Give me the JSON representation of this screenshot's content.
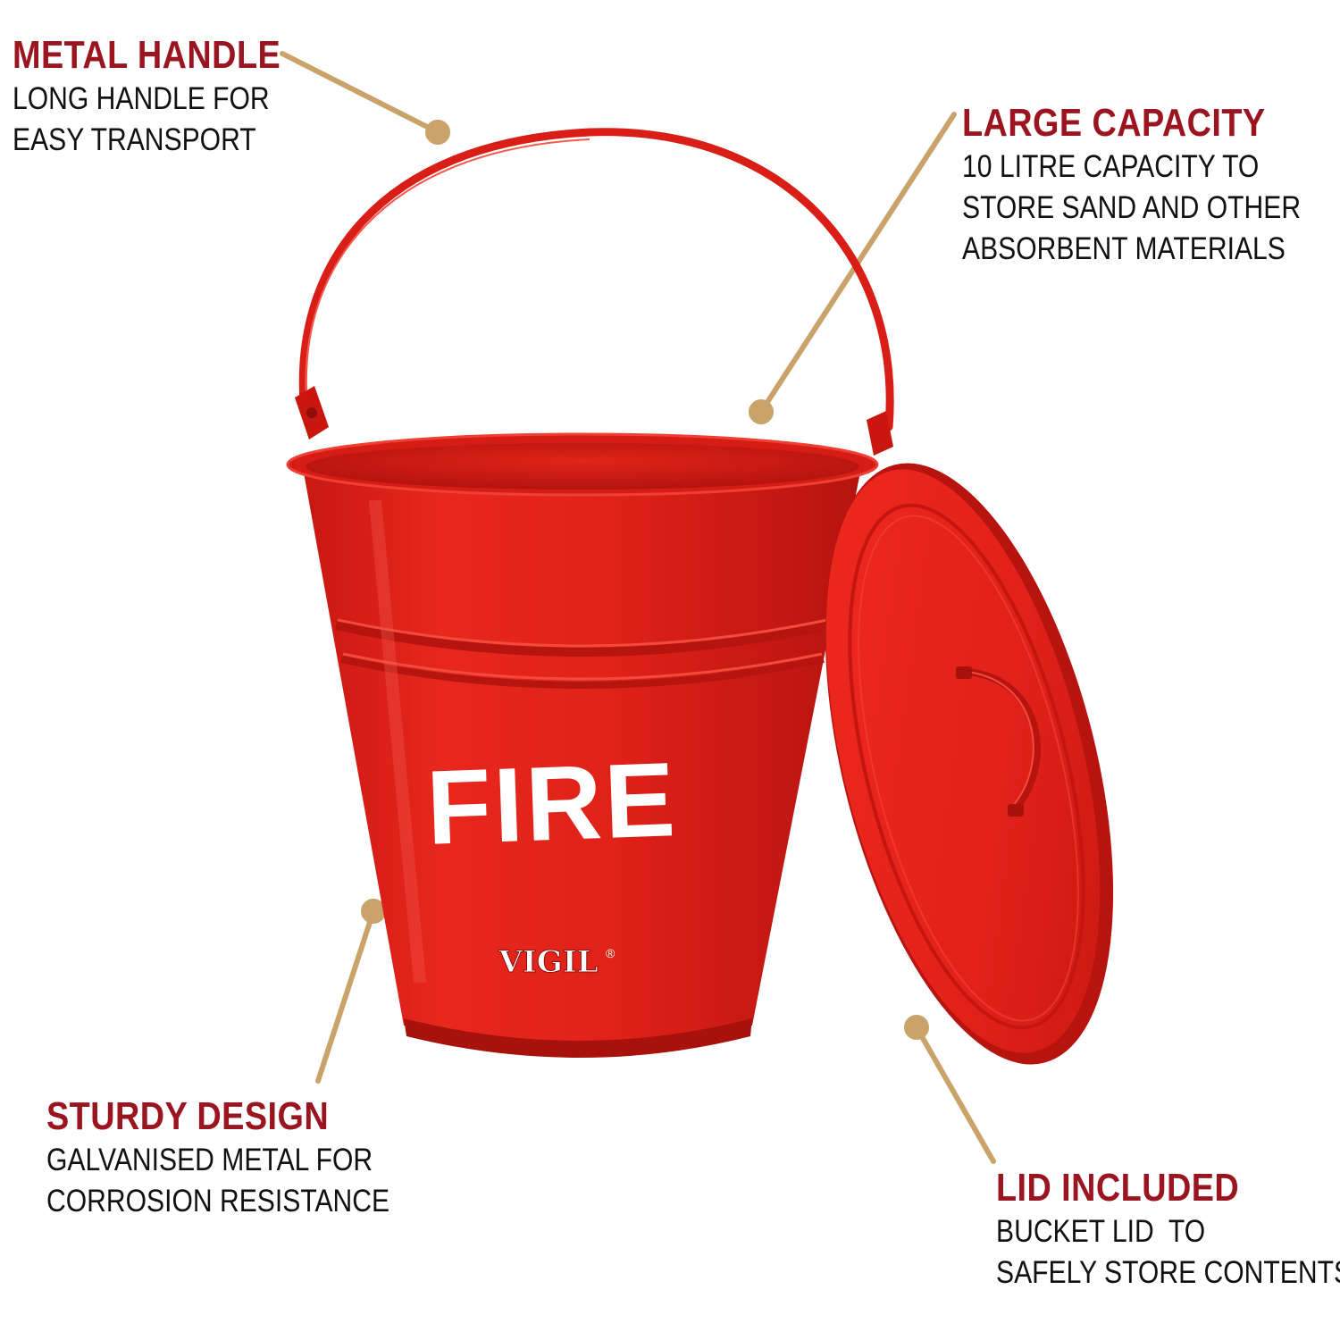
{
  "callouts": {
    "handle": {
      "heading": "METAL HANDLE",
      "lines": [
        "LONG HANDLE FOR",
        "EASY TRANSPORT"
      ]
    },
    "capacity": {
      "heading": "LARGE CAPACITY",
      "lines": [
        "10 LITRE CAPACITY TO",
        "STORE SAND AND OTHER",
        "ABSORBENT MATERIALS"
      ]
    },
    "design": {
      "heading": "STURDY DESIGN",
      "lines": [
        "GALVANISED METAL FOR",
        "CORROSION RESISTANCE"
      ]
    },
    "lid": {
      "heading": "LID INCLUDED",
      "lines": [
        "BUCKET LID  TO",
        "SAFELY STORE CONTENTS"
      ]
    }
  },
  "product": {
    "bucket_label": "FIRE",
    "brand": "VIGIL",
    "brand_mark": "®"
  },
  "colors": {
    "bucket_red": "#e3231b",
    "heading_red": "#9b1520",
    "leader_tan": "#c9a36a",
    "text": "#111111"
  }
}
